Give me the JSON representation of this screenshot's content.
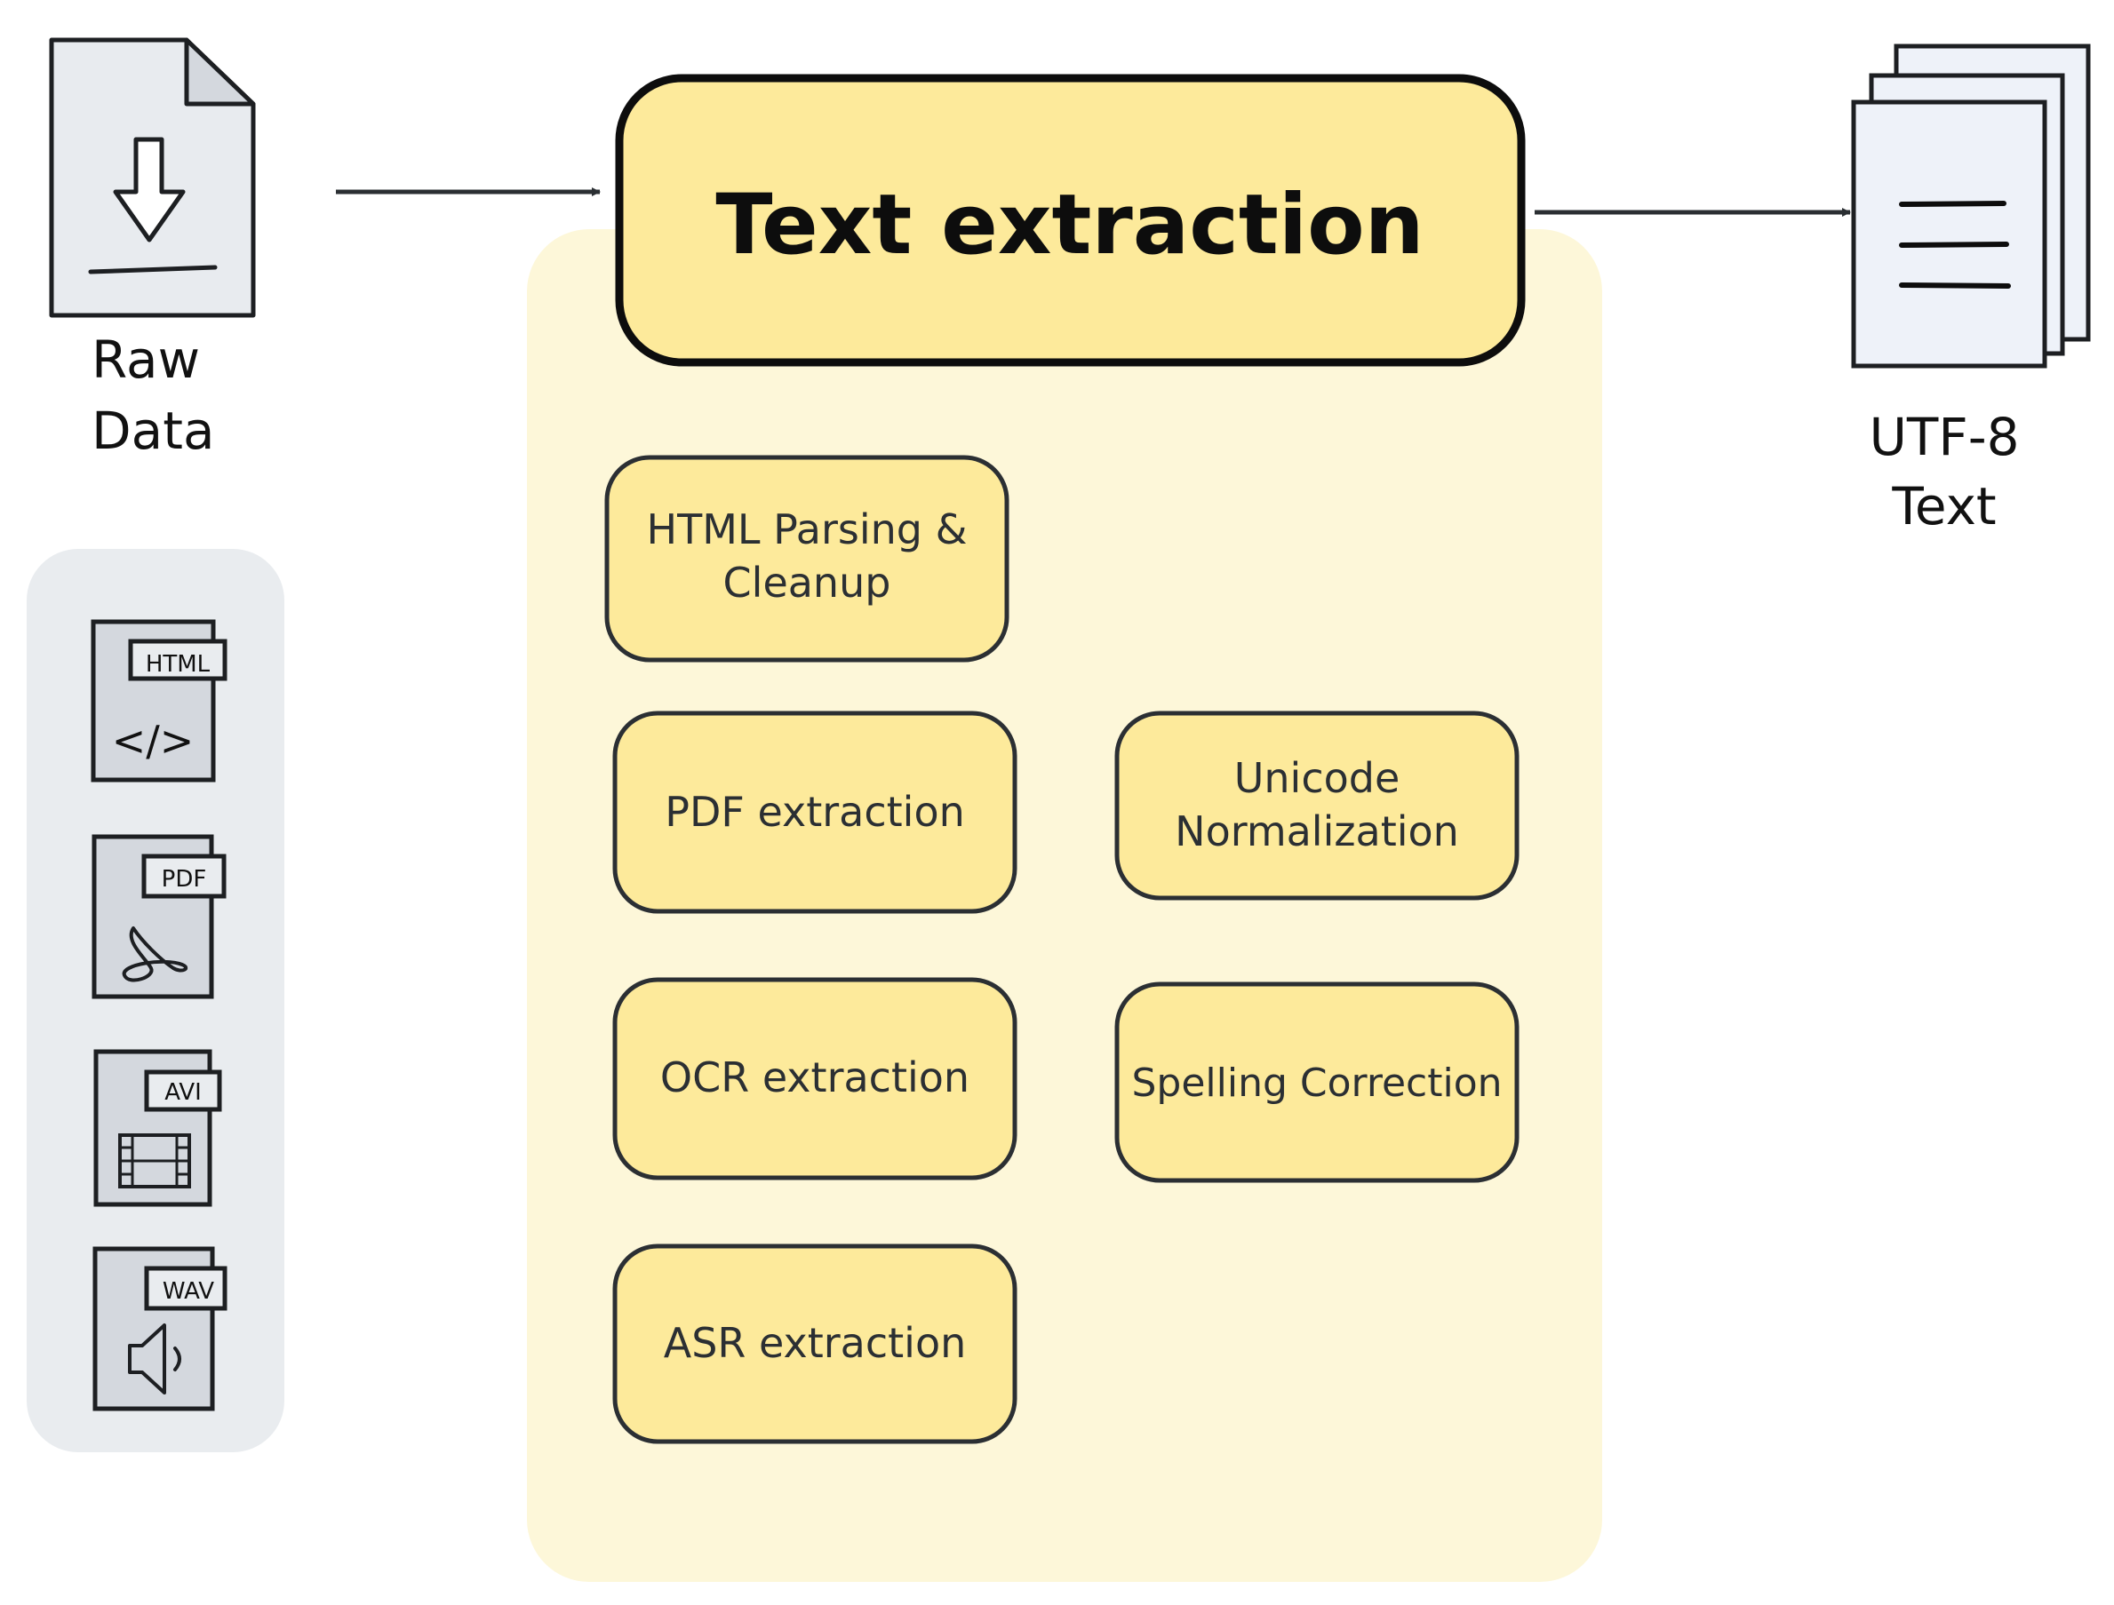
{
  "input": {
    "label_line1": "Raw",
    "label_line2": "Data",
    "formats": [
      {
        "tag": "HTML",
        "glyph": "</>",
        "icon": "code-icon"
      },
      {
        "tag": "PDF",
        "icon": "pdf-icon"
      },
      {
        "tag": "AVI",
        "icon": "film-icon"
      },
      {
        "tag": "WAV",
        "icon": "speaker-icon"
      }
    ]
  },
  "process": {
    "title": "Text extraction",
    "steps": [
      {
        "lines": [
          "HTML Parsing &",
          "Cleanup"
        ]
      },
      {
        "lines": [
          "PDF extraction"
        ]
      },
      {
        "lines": [
          "Unicode",
          "Normalization"
        ]
      },
      {
        "lines": [
          "OCR extraction"
        ]
      },
      {
        "lines": [
          "Spelling Correction"
        ]
      },
      {
        "lines": [
          "ASR extraction"
        ]
      }
    ]
  },
  "output": {
    "label_line1": "UTF-8",
    "label_line2": "Text"
  },
  "colors": {
    "panel_bg": "#fdf7d9",
    "box_fill": "#fdea9b",
    "stroke": "#2b2f33",
    "doc_fill": "#e8ebef",
    "format_panel": "#e9ecef",
    "file_fill": "#d4d8de",
    "output_fill": "#eef2f9"
  }
}
